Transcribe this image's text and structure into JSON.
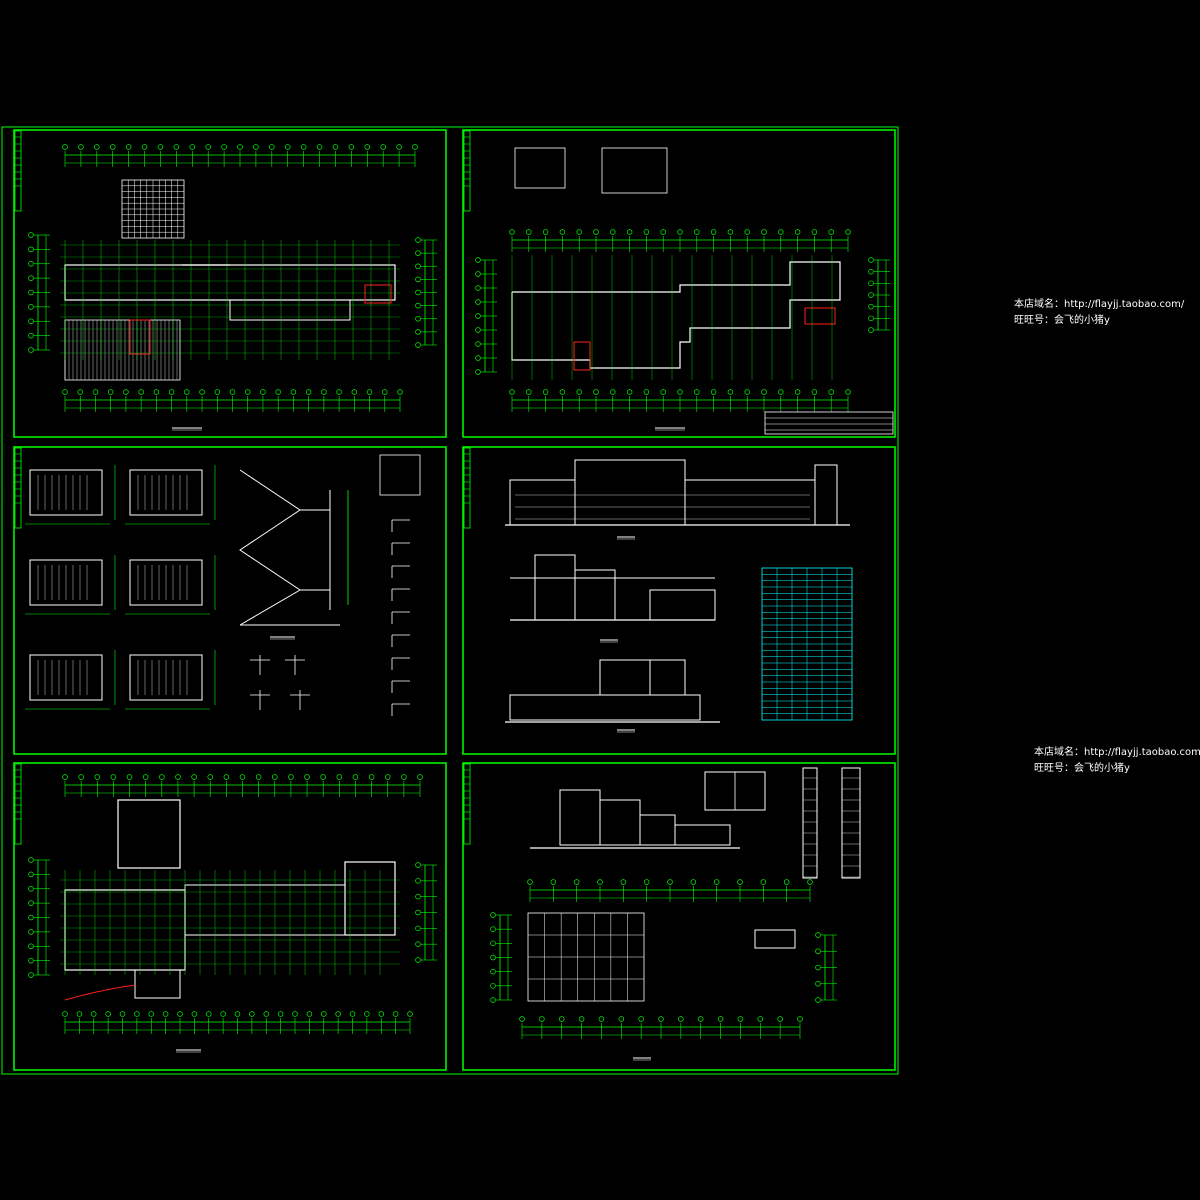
{
  "colors": {
    "background": "#000000",
    "frame": "#00ff00",
    "linework": "#00ff00",
    "walls": "#ffffff",
    "accent": "#ff2020",
    "table": "#00ffff",
    "text": "#ffffff"
  },
  "watermarks": [
    {
      "shop_line": "本店域名：http://flayjj.taobao.com/",
      "wangwang_line": "旺旺号：会飞的小猪y"
    },
    {
      "shop_line": "本店域名：http://flayjj.taobao.com/",
      "wangwang_line": "旺旺号：会飞的小猪y"
    }
  ],
  "sheets": [
    {
      "kind": "plan"
    },
    {
      "kind": "plan"
    },
    {
      "kind": "stair-details"
    },
    {
      "kind": "elevations"
    },
    {
      "kind": "plan"
    },
    {
      "kind": "elevation-and-roof"
    }
  ]
}
